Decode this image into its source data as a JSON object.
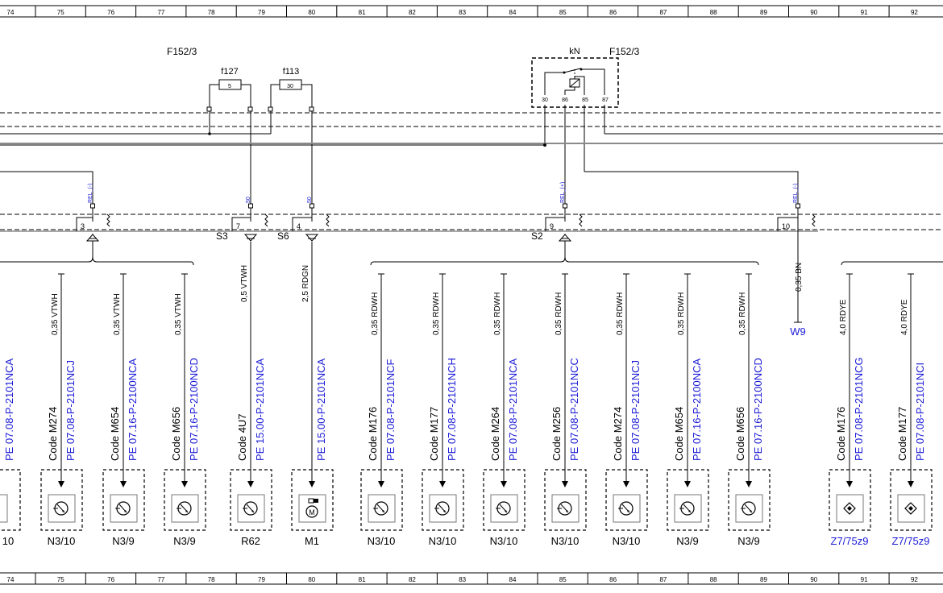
{
  "ruler": [
    "74",
    "75",
    "76",
    "77",
    "78",
    "79",
    "80",
    "81",
    "82",
    "83",
    "84",
    "85",
    "86",
    "87",
    "88",
    "89",
    "90",
    "91",
    "92"
  ],
  "f152_left": "F152/3",
  "f152_right": "F152/3",
  "relay_label": "kN",
  "fuses": [
    {
      "name": "f127",
      "rating": "5"
    },
    {
      "name": "f113",
      "rating": "30"
    }
  ],
  "relay_pins": [
    "30",
    "86",
    "85",
    "87"
  ],
  "conn_pins": [
    "3",
    "7",
    "4",
    "9",
    "10"
  ],
  "conn_small": [
    "REL_(-)",
    "50",
    "50",
    "REL_(+)",
    "REL_(-)"
  ],
  "splices": [
    "S3",
    "S6",
    "S2"
  ],
  "w9": {
    "wire": "0,35 BN",
    "label": "W9"
  },
  "columns": [
    {
      "wire": "",
      "code": "",
      "ref": "PE 07.08-P-2101NCA",
      "comp": "10",
      "sym": "partial"
    },
    {
      "wire": "0,35 VTWH",
      "code": "Code M274",
      "ref": "PE 07.08-P-2101NCJ",
      "comp": "N3/10",
      "sym": "sensor"
    },
    {
      "wire": "0,35 VTWH",
      "code": "Code M654",
      "ref": "PE 07.16-P-2100NCA",
      "comp": "N3/9",
      "sym": "sensor"
    },
    {
      "wire": "0,35 VTWH",
      "code": "Code M656",
      "ref": "PE 07.16-P-2100NCD",
      "comp": "N3/9",
      "sym": "sensor"
    },
    {
      "wire": "0,5 VTWH",
      "code": "Code 4U7",
      "ref": "PE 15.00-P-2101NCA",
      "comp": "R62",
      "sym": "sensor"
    },
    {
      "wire": "2,5 RDGN",
      "code": "",
      "ref": "PE 15.00-P-2101NCA",
      "comp": "M1",
      "sym": "motor"
    },
    {
      "wire": "0,35 RDWH",
      "code": "Code M176",
      "ref": "PE 07.08-P-2101NCF",
      "comp": "N3/10",
      "sym": "sensor"
    },
    {
      "wire": "0,35 RDWH",
      "code": "Code M177",
      "ref": "PE 07.08-P-2101NCH",
      "comp": "N3/10",
      "sym": "sensor"
    },
    {
      "wire": "0,35 RDWH",
      "code": "Code M264",
      "ref": "PE 07.08-P-2101NCA",
      "comp": "N3/10",
      "sym": "sensor"
    },
    {
      "wire": "0,35 RDWH",
      "code": "Code M256",
      "ref": "PE 07.08-P-2101NCC",
      "comp": "N3/10",
      "sym": "sensor"
    },
    {
      "wire": "0,35 RDWH",
      "code": "Code M274",
      "ref": "PE 07.08-P-2101NCJ",
      "comp": "N3/10",
      "sym": "sensor"
    },
    {
      "wire": "0,35 RDWH",
      "code": "Code M654",
      "ref": "PE 07.16-P-2100NCA",
      "comp": "N3/9",
      "sym": "sensor"
    },
    {
      "wire": "0,35 RDWH",
      "code": "Code M656",
      "ref": "PE 07.16-P-2100NCD",
      "comp": "N3/9",
      "sym": "sensor"
    },
    {
      "wire": "4,0 RDYE",
      "code": "Code M176",
      "ref": "PE 07.08-P-2101NCG",
      "comp": "Z7/75z9",
      "sym": "diamond"
    },
    {
      "wire": "4,0 RDYE",
      "code": "Code M177",
      "ref": "PE 07.08-P-2101NCI",
      "comp": "Z7/75z9",
      "sym": "diamond"
    }
  ],
  "colors": {
    "line": "#000000",
    "ref": "#1a1ad6",
    "grey": "#8a8a8a",
    "box": "#777777"
  }
}
